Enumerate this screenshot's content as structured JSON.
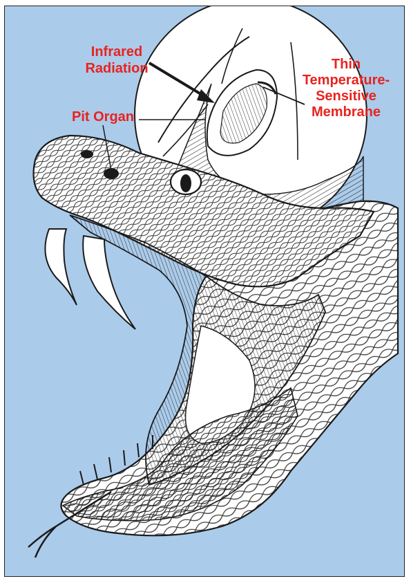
{
  "colors": {
    "background": "#abcbea",
    "label": "#e8231f",
    "ink": "#1a1a1a",
    "paper": "#ffffff"
  },
  "labels": {
    "infrared_line1": "Infrared",
    "infrared_line2": "Radiation",
    "membrane_line1": "Thin",
    "membrane_line2": "Temperature-",
    "membrane_line3": "Sensitive",
    "membrane_line4": "Membrane",
    "pit_organ": "Pit Organ"
  }
}
